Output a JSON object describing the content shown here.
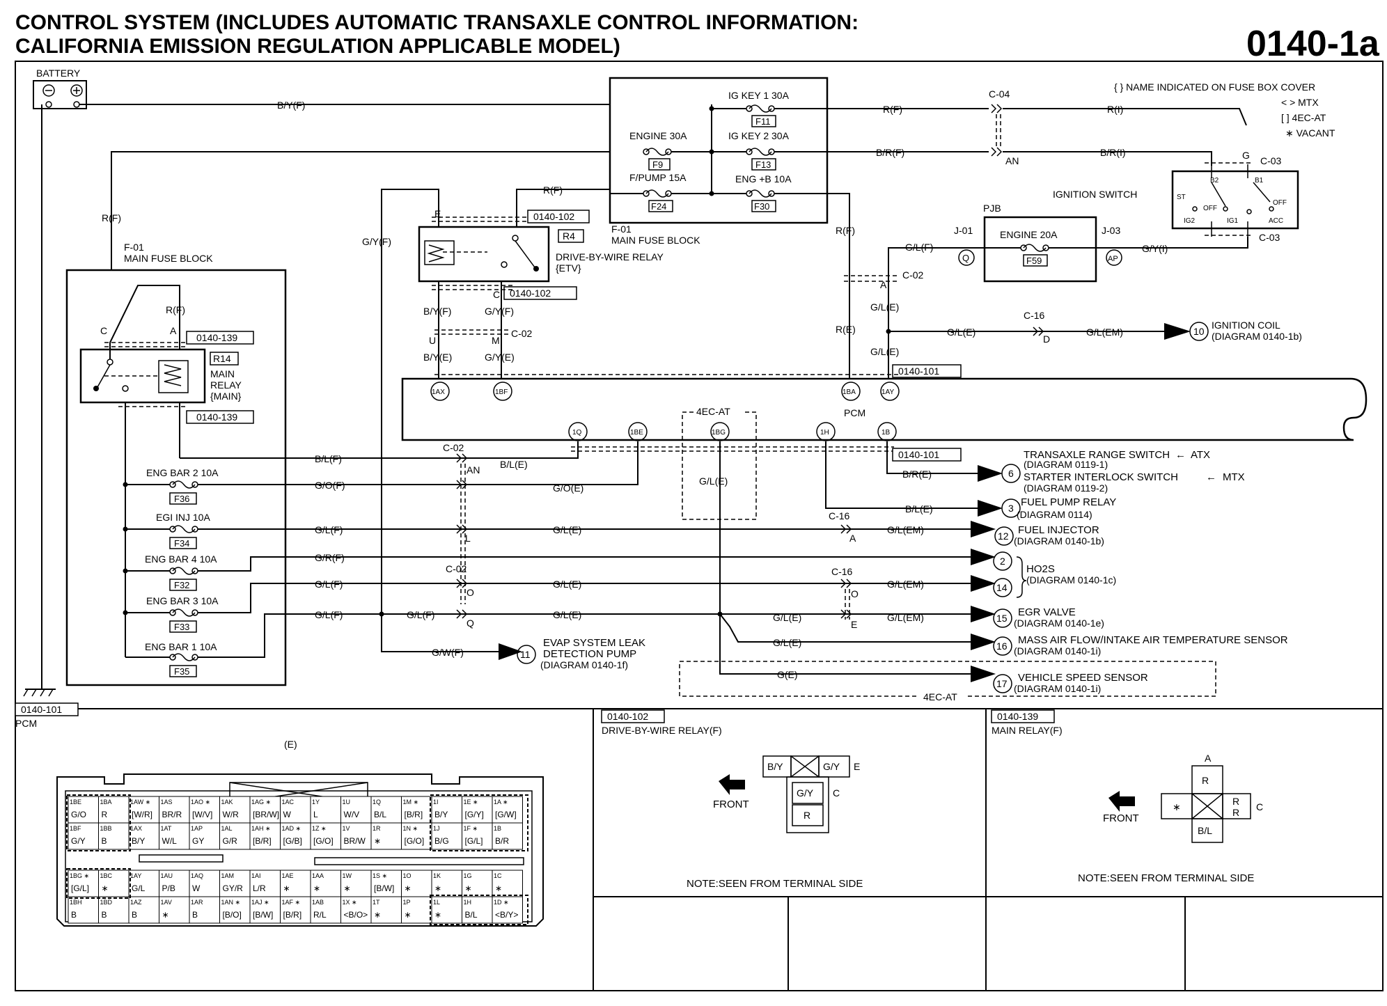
{
  "title": {
    "line1": "CONTROL SYSTEM (INCLUDES AUTOMATIC TRANSAXLE CONTROL INFORMATION:",
    "line2": "CALIFORNIA EMISSION REGULATION APPLICABLE MODEL)",
    "page_number": "0140-1a"
  },
  "legend": {
    "line1": "{ } NAME INDICATED ON FUSE BOX COVER",
    "line2": "< >  MTX",
    "line3": "[ ]  4EC-AT",
    "line4": "∗  VACANT"
  },
  "battery": {
    "label": "BATTERY",
    "minus": "⊖",
    "plus": "⊕"
  },
  "main_fuse_block_top": {
    "ref": "F-01",
    "name": "MAIN FUSE BLOCK",
    "fuses": [
      {
        "name": "IG KEY 1 30A",
        "code": "F11"
      },
      {
        "name": "ENGINE 30A",
        "code": "F9"
      },
      {
        "name": "IG KEY 2 30A",
        "code": "F13"
      },
      {
        "name": "F/PUMP 15A",
        "code": "F24"
      },
      {
        "name": "ENG +B 10A",
        "code": "F30"
      }
    ]
  },
  "main_fuse_block_left": {
    "ref": "F-01",
    "name": "MAIN FUSE BLOCK",
    "fuses": [
      {
        "name": "ENG BAR 2 10A",
        "code": "F36"
      },
      {
        "name": "EGI INJ 10A",
        "code": "F34"
      },
      {
        "name": "ENG BAR 4 10A",
        "code": "F32"
      },
      {
        "name": "ENG BAR 3 10A",
        "code": "F33"
      },
      {
        "name": "ENG BAR 1 10A",
        "code": "F35"
      }
    ]
  },
  "main_relay": {
    "code": "R14",
    "name1": "MAIN",
    "name2": "RELAY",
    "name3": "{MAIN}",
    "ref_top": "0140-139",
    "ref_bot": "0140-139",
    "pin_c": "C",
    "pin_a": "A",
    "wire": "R(F)"
  },
  "dbw_relay": {
    "code": "R4",
    "name1": "DRIVE-BY-WIRE RELAY",
    "name2": "{ETV}",
    "ref_top": "0140-102",
    "ref_bot": "0140-102",
    "pin_e": "E",
    "pin_c": "C"
  },
  "pjb": {
    "label": "PJB",
    "fuse": "ENGINE 20A",
    "code": "F59",
    "j01": "J-01",
    "j03": "J-03",
    "pin_q": "Q",
    "pin_ap": "AP"
  },
  "ignition_switch": {
    "label": "IGNITION SWITCH",
    "conn": "C-03",
    "conn2": "C-03",
    "pin_g": "G",
    "b2": "B2",
    "b1": "B1",
    "st": "ST",
    "off1": "OFF",
    "off2": "OFF",
    "ig2": "IG2",
    "ig1": "IG1",
    "acc": "ACC"
  },
  "pcm": {
    "label": "PCM",
    "ref_top": "0140-101",
    "ref_bot": "0140-101",
    "group": "4EC-AT",
    "group2": "4EC-AT",
    "pins_top": [
      "1AX",
      "1BF",
      "1BA",
      "1AY"
    ],
    "pins_bot": [
      "1Q",
      "1BE",
      "1BG",
      "1H",
      "1B"
    ]
  },
  "wires": {
    "by_f_battery": "B/Y(F)",
    "r_f_left": "R(F)",
    "r_f_ig1": "R(F)",
    "r_i": "R(I)",
    "c04": "C-04",
    "br_f": "B/R(F)",
    "an_c04": "AN",
    "br_i": "B/R(I)",
    "r_f_fpump": "R(F)",
    "gy_f": "G/Y(F)",
    "r_f_engb": "R(F)",
    "gl_f_pjb": "G/L(F)",
    "gy_i": "G/Y(I)",
    "c02_a": "C-02",
    "a_pin": "A",
    "gl_e1": "G/L(E)",
    "r_e": "R(E)",
    "gl_e2": "G/L(E)",
    "c16_top": "C-16",
    "gl_e3": "G/L(E)",
    "d_pin": "D",
    "gl_em1": "G/L(EM)",
    "by_f_dbw": "B/Y(F)",
    "gy_f_dbw": "G/Y(F)",
    "c02_um": "C-02",
    "u_pin": "U",
    "m_pin": "M",
    "by_e": "B/Y(E)",
    "gy_e": "G/Y(E)",
    "bl_f": "B/L(F)",
    "c02_mid": "C-02",
    "an_mid": "AN",
    "bl_e1": "B/L(E)",
    "go_f": "G/O(F)",
    "go_e": "G/O(E)",
    "gl_e_4ec": "G/L(E)",
    "br_e": "B/R(E)",
    "bl_e2": "B/L(E)",
    "c16_a": "C-16",
    "gl_f_inj": "G/L(F)",
    "l_pin": "L",
    "gl_e_inj": "G/L(E)",
    "a_pin2": "A",
    "gl_em_inj": "G/L(EM)",
    "gr_f": "G/R(F)",
    "c02_o": "C-02",
    "gl_f_o": "G/L(F)",
    "o_pin": "O",
    "gl_e_o": "G/L(E)",
    "c16_o": "C-16",
    "o_pin2": "O",
    "gl_em_o": "G/L(EM)",
    "gl_f_q1": "G/L(F)",
    "gl_f_q2": "G/L(F)",
    "q_pin": "Q",
    "gl_e_q": "G/L(E)",
    "gl_e_egr": "G/L(E)",
    "e_pin": "E",
    "gl_em_egr": "G/L(EM)",
    "gl_e_maf": "G/L(E)",
    "gw_f": "G/W(F)",
    "g_e": "G(E)"
  },
  "outputs": [
    {
      "num": "10",
      "name": "IGNITION COIL",
      "diag": "(DIAGRAM 0140-1b)"
    },
    {
      "num": "6",
      "name": "TRANSAXLE RANGE SWITCH",
      "diag": "(DIAGRAM 0119-1)",
      "tag": "ATX",
      "name2": "STARTER INTERLOCK SWITCH",
      "diag2": "(DIAGRAM 0119-2)",
      "tag2": "MTX"
    },
    {
      "num": "3",
      "name": "FUEL PUMP RELAY",
      "diag": "(DIAGRAM 0114)"
    },
    {
      "num": "12",
      "name": "FUEL INJECTOR",
      "diag": "(DIAGRAM 0140-1b)"
    },
    {
      "num": "2",
      "name": "HO2S",
      "diag": "(DIAGRAM 0140-1c)"
    },
    {
      "num": "14"
    },
    {
      "num": "15",
      "name": "EGR VALVE",
      "diag": "(DIAGRAM 0140-1e)"
    },
    {
      "num": "16",
      "name": "MASS AIR FLOW/INTAKE AIR TEMPERATURE SENSOR",
      "diag": "(DIAGRAM 0140-1i)"
    },
    {
      "num": "17",
      "name": "VEHICLE SPEED SENSOR",
      "diag": "(DIAGRAM 0140-1i)"
    },
    {
      "num": "11",
      "name": "EVAP SYSTEM LEAK",
      "name2": "DETECTION PUMP",
      "diag": "(DIAGRAM 0140-1f)"
    }
  ],
  "panel_pcm": {
    "ref": "0140-101",
    "name": "PCM",
    "side": "(E)",
    "rows": [
      [
        [
          "1BE",
          "G/O"
        ],
        [
          "1BA",
          "R"
        ],
        [
          "1AW ∗",
          "[W/R]"
        ],
        [
          "1AS",
          "BR/R"
        ],
        [
          "1AO ∗",
          "[W/V]"
        ],
        [
          "1AK",
          "W/R"
        ],
        [
          "1AG ∗",
          "[BR/W]"
        ],
        [
          "1AC",
          "W"
        ],
        [
          "1Y",
          "L"
        ],
        [
          "1U",
          "W/V"
        ],
        [
          "1Q",
          "B/L"
        ],
        [
          "1M ∗",
          "[B/R]"
        ],
        [
          "1I",
          "B/Y"
        ],
        [
          "1E ∗",
          "[G/Y]"
        ],
        [
          "1A ∗",
          "[G/W]"
        ]
      ],
      [
        [
          "1BF",
          "G/Y"
        ],
        [
          "1BB",
          "B"
        ],
        [
          "1AX",
          "B/Y"
        ],
        [
          "1AT",
          "W/L"
        ],
        [
          "1AP",
          "GY"
        ],
        [
          "1AL",
          "G/R"
        ],
        [
          "1AH ∗",
          "[B/R]"
        ],
        [
          "1AD ∗",
          "[G/B]"
        ],
        [
          "1Z ∗",
          "[G/O]"
        ],
        [
          "1V",
          "BR/W"
        ],
        [
          "1R",
          "∗"
        ],
        [
          "1N ∗",
          "[G/O]"
        ],
        [
          "1J",
          "B/G"
        ],
        [
          "1F ∗",
          "[G/L]"
        ],
        [
          "1B",
          "B/R"
        ]
      ],
      [
        [
          "1BG ∗",
          "[G/L]"
        ],
        [
          "1BC",
          "∗"
        ],
        [
          "1AY",
          "G/L"
        ],
        [
          "1AU",
          "P/B"
        ],
        [
          "1AQ",
          "W"
        ],
        [
          "1AM",
          "GY/R"
        ],
        [
          "1AI",
          "L/R"
        ],
        [
          "1AE",
          "∗"
        ],
        [
          "1AA",
          "∗"
        ],
        [
          "1W",
          "∗"
        ],
        [
          "1S ∗",
          "[B/W]"
        ],
        [
          "1O",
          "∗"
        ],
        [
          "1K",
          "∗"
        ],
        [
          "1G",
          "∗"
        ],
        [
          "1C",
          "∗"
        ]
      ],
      [
        [
          "1BH",
          "B"
        ],
        [
          "1BD",
          "B"
        ],
        [
          "1AZ",
          "B"
        ],
        [
          "1AV",
          "∗"
        ],
        [
          "1AR",
          "B"
        ],
        [
          "1AN ∗",
          "[B/O]"
        ],
        [
          "1AJ ∗",
          "[B/W]"
        ],
        [
          "1AF ∗",
          "[B/R]"
        ],
        [
          "1AB",
          "R/L"
        ],
        [
          "1X ∗",
          "<B/O>"
        ],
        [
          "1T",
          "∗"
        ],
        [
          "1P",
          "∗"
        ],
        [
          "1L",
          "∗"
        ],
        [
          "1H",
          "B/L"
        ],
        [
          "1D ∗",
          "<B/Y>"
        ]
      ]
    ]
  },
  "panel_dbw": {
    "ref": "0140-102",
    "name": "DRIVE-BY-WIRE RELAY(F)",
    "front": "FRONT",
    "cells": [
      "B/Y",
      "G/Y",
      "G/Y",
      "R"
    ],
    "pin_e": "E",
    "pin_c": "C",
    "note": "NOTE:SEEN FROM TERMINAL SIDE"
  },
  "panel_main_relay": {
    "ref": "0140-139",
    "name": "MAIN RELAY(F)",
    "front": "FRONT",
    "cells": [
      "R",
      "∗",
      "R",
      "R",
      "B/L"
    ],
    "pin_a": "A",
    "pin_c": "C",
    "note": "NOTE:SEEN FROM TERMINAL SIDE"
  }
}
